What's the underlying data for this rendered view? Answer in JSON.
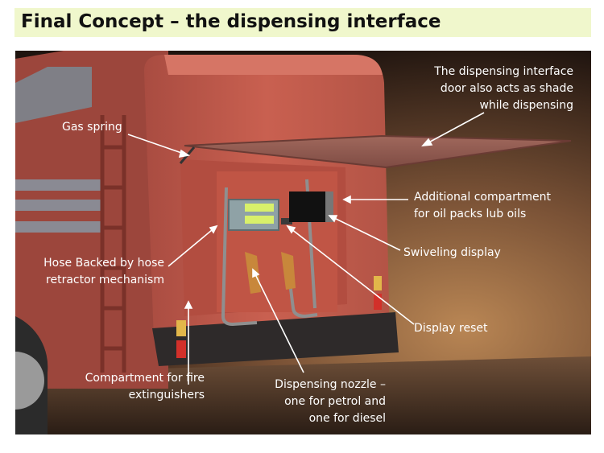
{
  "title": "Final Concept – the dispensing interface",
  "labels": {
    "door_shade": "The dispensing interface\ndoor also acts as shade\nwhile dispensing",
    "gas_spring": "Gas spring",
    "additional_compartment": "Additional compartment\nfor oil packs lub oils",
    "swiveling_display": "Swiveling display",
    "hose_backed": "Hose Backed by hose\nretractor mechanism",
    "display_reset": "Display reset",
    "fire_extinguisher_compartment": "Compartment for fire\nextinguishers",
    "dispensing_nozzle": "Dispensing nozzle –\none for petrol and\none for diesel"
  },
  "colors": {
    "title_background": "#f0f7cc",
    "truck_body": "#c0594c",
    "label_text": "#ffffff"
  }
}
